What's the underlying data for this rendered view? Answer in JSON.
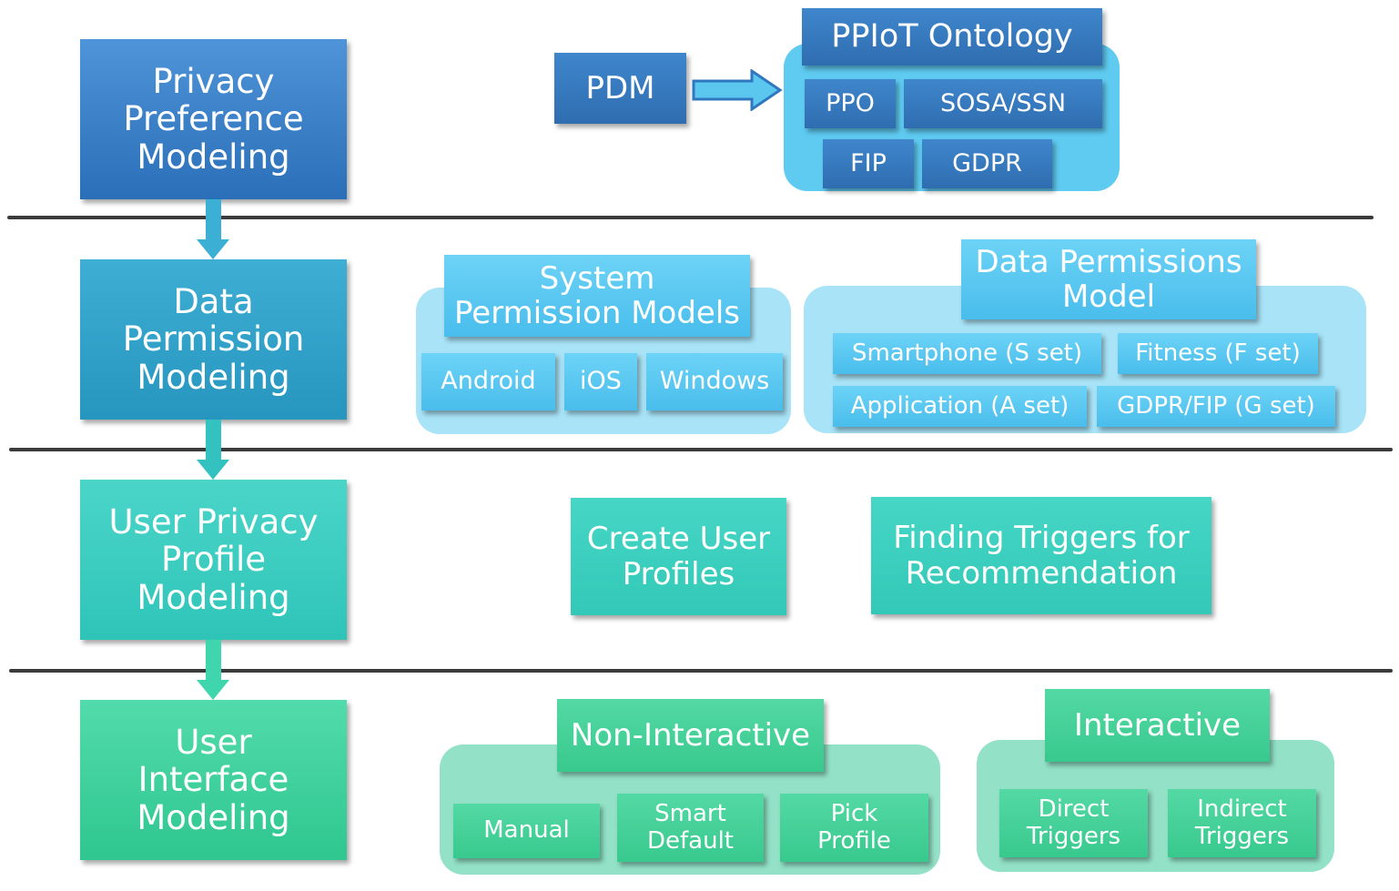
{
  "stages": [
    {
      "label": "Privacy\nPreference\nModeling"
    },
    {
      "label": "Data\nPermission\nModeling"
    },
    {
      "label": "User Privacy\nProfile\nModeling"
    },
    {
      "label": "User\nInterface\nModeling"
    }
  ],
  "row1": {
    "pdm": "PDM",
    "ontology_title": "PPIoT Ontology",
    "items": [
      "PPO",
      "SOSA/SSN",
      "FIP",
      "GDPR"
    ]
  },
  "row2": {
    "system_title": "System\nPermission Models",
    "system_items": [
      "Android",
      "iOS",
      "Windows"
    ],
    "data_title": "Data Permissions\nModel",
    "data_items": [
      "Smartphone (S set)",
      "Fitness (F set)",
      "Application (A set)",
      "GDPR/FIP (G set)"
    ]
  },
  "row3": {
    "create": "Create User\nProfiles",
    "triggers": "Finding Triggers for\nRecommendation"
  },
  "row4": {
    "non_title": "Non-Interactive",
    "non_items": [
      "Manual",
      "Smart\nDefault",
      "Pick\nProfile"
    ],
    "int_title": "Interactive",
    "int_items": [
      "Direct\nTriggers",
      "Indirect\nTriggers"
    ]
  },
  "colors": {
    "stage1": "#3a82c9",
    "stage2": "#30a3cc",
    "stage3": "#3bcfc2",
    "stage4": "#3fd19b",
    "sky": "#5cc8f1",
    "light_blue_container": "#a6e2f7",
    "light_green_container": "#8fe2c6"
  }
}
